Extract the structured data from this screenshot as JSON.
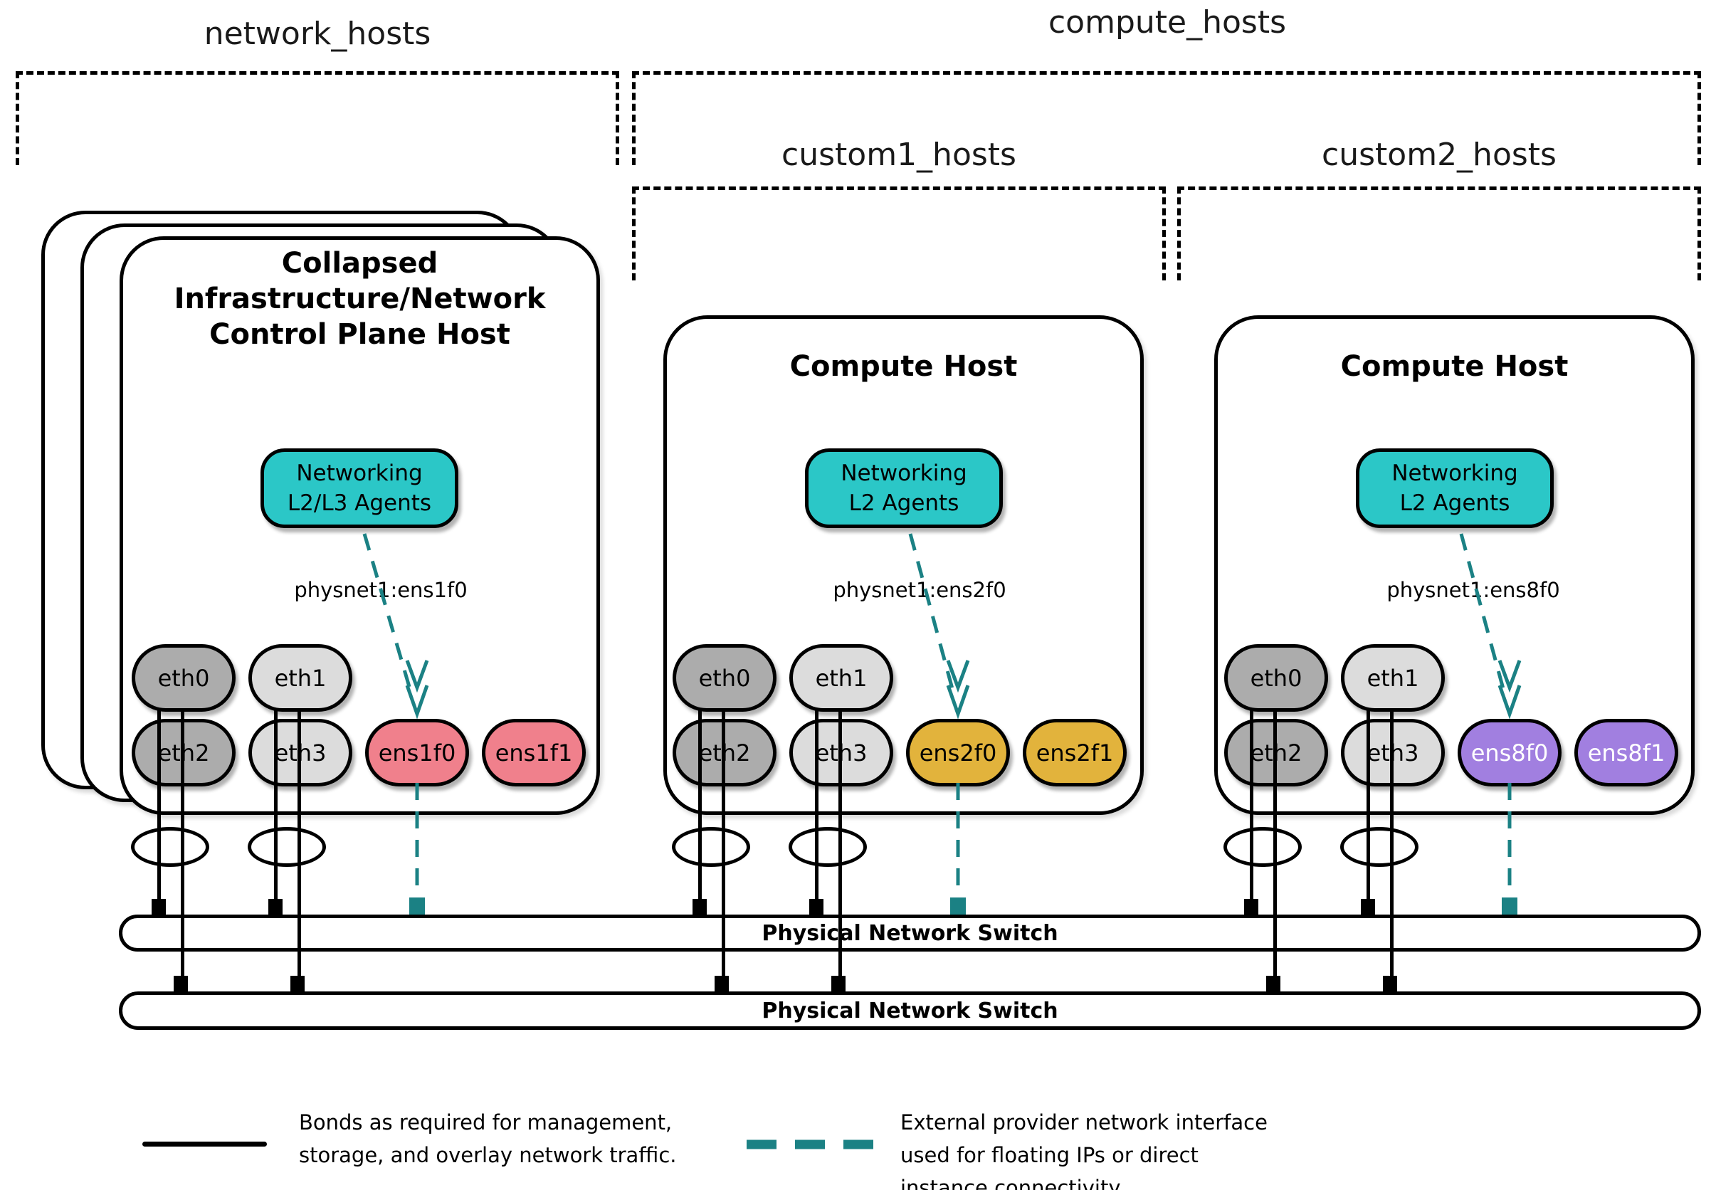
{
  "groups": {
    "network_hosts": "network_hosts",
    "compute_hosts": "compute_hosts",
    "custom1_hosts": "custom1_hosts",
    "custom2_hosts": "custom2_hosts"
  },
  "hosts": [
    {
      "title_lines": [
        "Collapsed",
        "Infrastructure/Network",
        "Control Plane Host"
      ],
      "agent_lines": [
        "Networking",
        "L2/L3 Agents"
      ],
      "physnet_label": "physnet1:ens1f0",
      "nics": {
        "row1": [
          "eth0",
          "eth1"
        ],
        "row2": [
          "eth2",
          "eth3",
          "ens1f0",
          "ens1f1"
        ]
      }
    },
    {
      "title_lines": [
        "Compute Host"
      ],
      "agent_lines": [
        "Networking",
        "L2 Agents"
      ],
      "physnet_label": "physnet1:ens2f0",
      "nics": {
        "row1": [
          "eth0",
          "eth1"
        ],
        "row2": [
          "eth2",
          "eth3",
          "ens2f0",
          "ens2f1"
        ]
      }
    },
    {
      "title_lines": [
        "Compute Host"
      ],
      "agent_lines": [
        "Networking",
        "L2 Agents"
      ],
      "physnet_label": "physnet1:ens8f0",
      "nics": {
        "row1": [
          "eth0",
          "eth1"
        ],
        "row2": [
          "eth2",
          "eth3",
          "ens8f0",
          "ens8f1"
        ]
      }
    }
  ],
  "switches": [
    {
      "label": "Physical Network Switch"
    },
    {
      "label": "Physical Network Switch"
    }
  ],
  "legend": [
    {
      "icon": "solid-black-line",
      "lines": [
        "Bonds as required for management,",
        "storage, and overlay network traffic."
      ]
    },
    {
      "icon": "dashed-teal-line",
      "lines": [
        "External provider network interface",
        "used for floating IPs or direct",
        "instance connectivity"
      ]
    }
  ],
  "colors": {
    "agent_teal": "#2BC7C7",
    "teal_line": "#1B8184",
    "nic_dark_gray": "#ACACAC",
    "nic_light_gray": "#DCDCDC",
    "nic_pink": "#F0808C",
    "nic_gold": "#E2B33C",
    "nic_purple": "#A17FE0",
    "outline": "#000000"
  }
}
